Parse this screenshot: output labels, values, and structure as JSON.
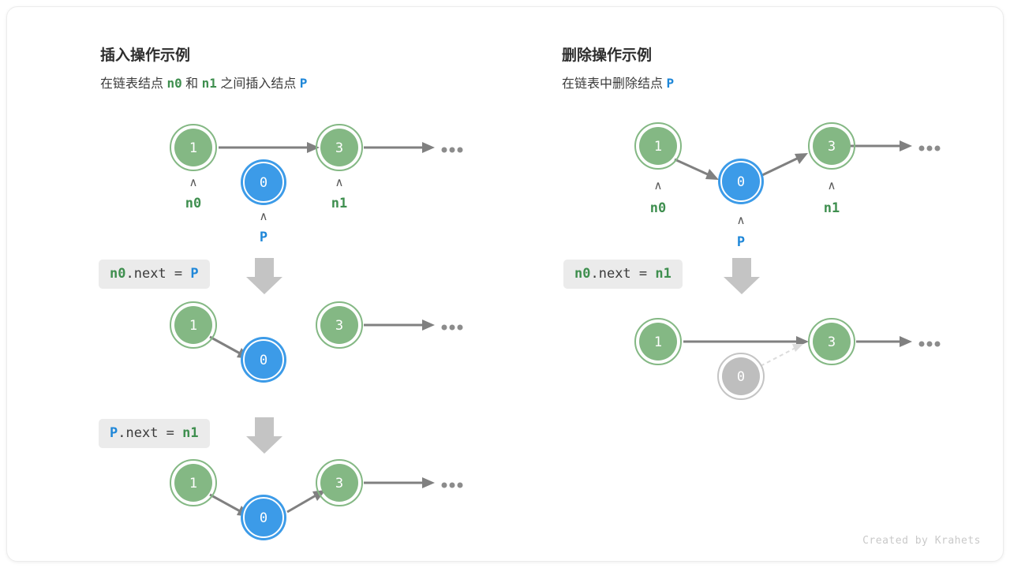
{
  "colors": {
    "green_fill": "#84b884",
    "green_ring": "#84b884",
    "blue_fill": "#3c9be8",
    "blue_ring": "#3c9be8",
    "gray_fill": "#bebebe",
    "gray_ring": "#c4c4c4",
    "arrow": "#808080",
    "dashed_arrow": "#d8d8d8",
    "label_green": "#3f8f4f",
    "label_blue": "#1f87d8",
    "code_bg": "#ebebeb",
    "down_arrow": "#c4c4c4",
    "footer_text": "#c9c9c9"
  },
  "left_panel": {
    "title": "插入操作示例",
    "subtitle": {
      "part1": "在链表结点 ",
      "var1": "n0",
      "part2": " 和 ",
      "var2": "n1",
      "part3": " 之间插入结点 ",
      "var3": "P"
    },
    "steps": [
      {
        "nodes": [
          {
            "value": "1",
            "kind": "green",
            "pointer": "n0"
          },
          {
            "value": "0",
            "kind": "blue",
            "pointer": "P"
          },
          {
            "value": "3",
            "kind": "green",
            "pointer": "n1"
          }
        ],
        "ellipsis": "•••"
      },
      {
        "code": {
          "var1": "n0",
          "mid": ".next = ",
          "var2": "P"
        },
        "nodes": [
          {
            "value": "1",
            "kind": "green"
          },
          {
            "value": "0",
            "kind": "blue"
          },
          {
            "value": "3",
            "kind": "green"
          }
        ],
        "ellipsis": "•••"
      },
      {
        "code": {
          "var1": "P",
          "mid": ".next = ",
          "var2": "n1"
        },
        "nodes": [
          {
            "value": "1",
            "kind": "green"
          },
          {
            "value": "0",
            "kind": "blue"
          },
          {
            "value": "3",
            "kind": "green"
          }
        ],
        "ellipsis": "•••"
      }
    ]
  },
  "right_panel": {
    "title": "删除操作示例",
    "subtitle": {
      "part1": "在链表中删除结点 ",
      "var1": "P"
    },
    "steps": [
      {
        "nodes": [
          {
            "value": "1",
            "kind": "green",
            "pointer": "n0"
          },
          {
            "value": "0",
            "kind": "blue",
            "pointer": "P"
          },
          {
            "value": "3",
            "kind": "green",
            "pointer": "n1"
          }
        ],
        "ellipsis": "•••"
      },
      {
        "code": {
          "var1": "n0",
          "mid": ".next = ",
          "var2": "n1"
        },
        "nodes": [
          {
            "value": "1",
            "kind": "green"
          },
          {
            "value": "0",
            "kind": "gray"
          },
          {
            "value": "3",
            "kind": "green"
          }
        ],
        "ellipsis": "•••"
      }
    ]
  },
  "footer": {
    "credit": "Created by Krahets"
  }
}
